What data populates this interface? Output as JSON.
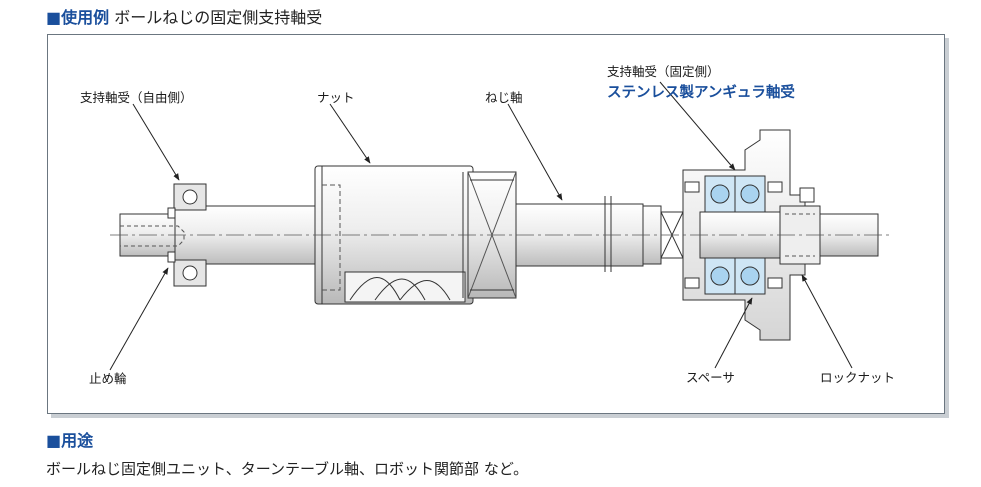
{
  "header": {
    "prefix": "■使用例",
    "title": "ボールねじの固定側支持軸受"
  },
  "labels": {
    "support_free": "支持軸受（自由側）",
    "nut": "ナット",
    "screw_shaft": "ねじ軸",
    "support_fixed": "支持軸受（固定側）",
    "stainless_bearing": "ステンレス製アンギュラ軸受",
    "snap_ring": "止め輪",
    "spacer": "スペーサ",
    "lock_nut": "ロックナット"
  },
  "usage": {
    "heading": "■用途",
    "text": "ボールねじ固定側ユニット、ターンテーブル軸、ロボット関節部 など。"
  },
  "colors": {
    "accent": "#1a4f9c",
    "bearing_fill": "#cfe6f5",
    "line": "#333333"
  }
}
